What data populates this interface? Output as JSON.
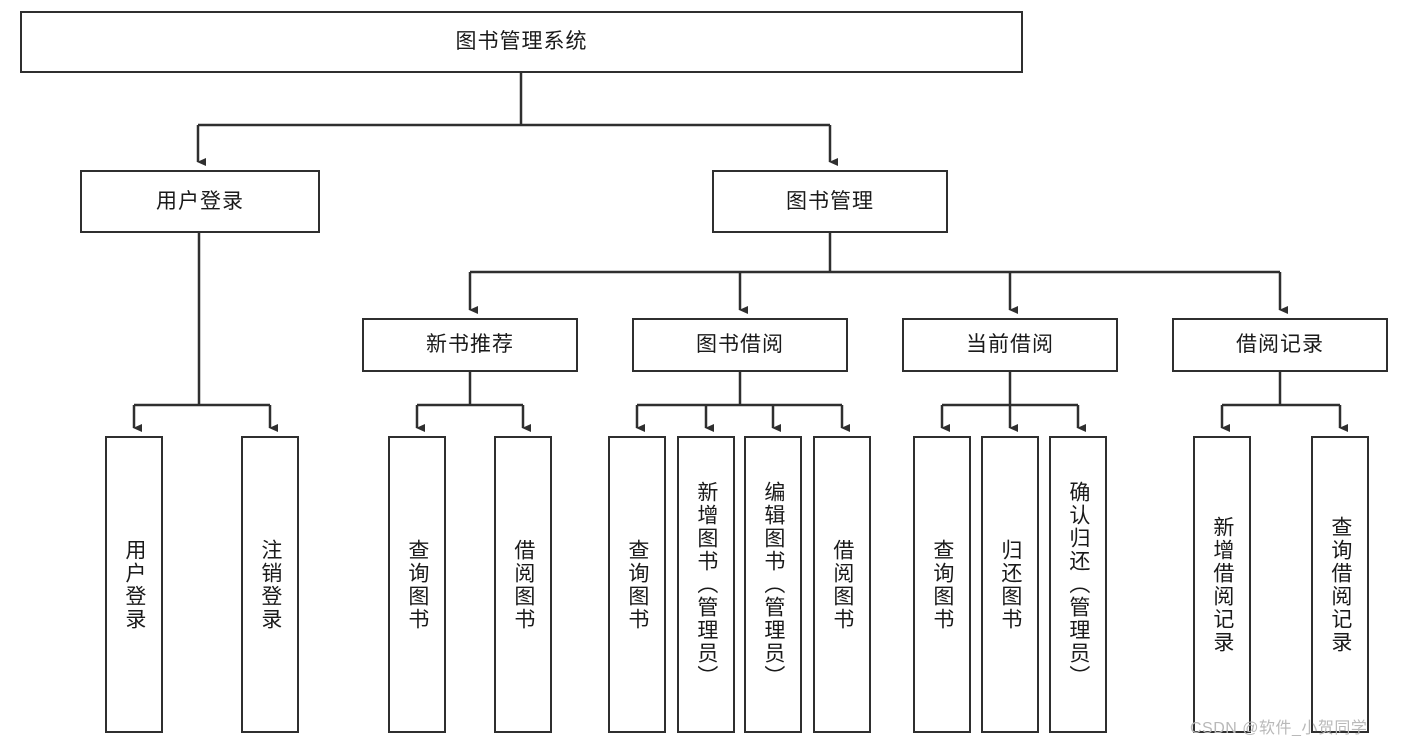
{
  "diagram": {
    "title": "图书管理系统",
    "watermark": "CSDN @软件_小贺同学",
    "colors": {
      "border": "#2f2f2f",
      "background": "#ffffff",
      "text": "#1a1a1a",
      "watermark": "#b9b9b9"
    },
    "root": {
      "label": "图书管理系统"
    },
    "level2": [
      {
        "label": "用户登录"
      },
      {
        "label": "图书管理"
      }
    ],
    "level3": [
      {
        "label": "新书推荐"
      },
      {
        "label": "图书借阅"
      },
      {
        "label": "当前借阅"
      },
      {
        "label": "借阅记录"
      }
    ],
    "leaves": {
      "user_login": [
        {
          "label": "用户登录"
        },
        {
          "label": "注销登录"
        }
      ],
      "new_book": [
        {
          "label": "查询图书"
        },
        {
          "label": "借阅图书"
        }
      ],
      "book_borrow": [
        {
          "label": "查询图书"
        },
        {
          "label": "新增图书（管理员）"
        },
        {
          "label": "编辑图书（管理员）"
        },
        {
          "label": "借阅图书"
        }
      ],
      "current_borrow": [
        {
          "label": "查询图书"
        },
        {
          "label": "归还图书"
        },
        {
          "label": "确认归还（管理员）"
        }
      ],
      "borrow_record": [
        {
          "label": "新增借阅记录"
        },
        {
          "label": "查询借阅记录"
        }
      ]
    }
  }
}
